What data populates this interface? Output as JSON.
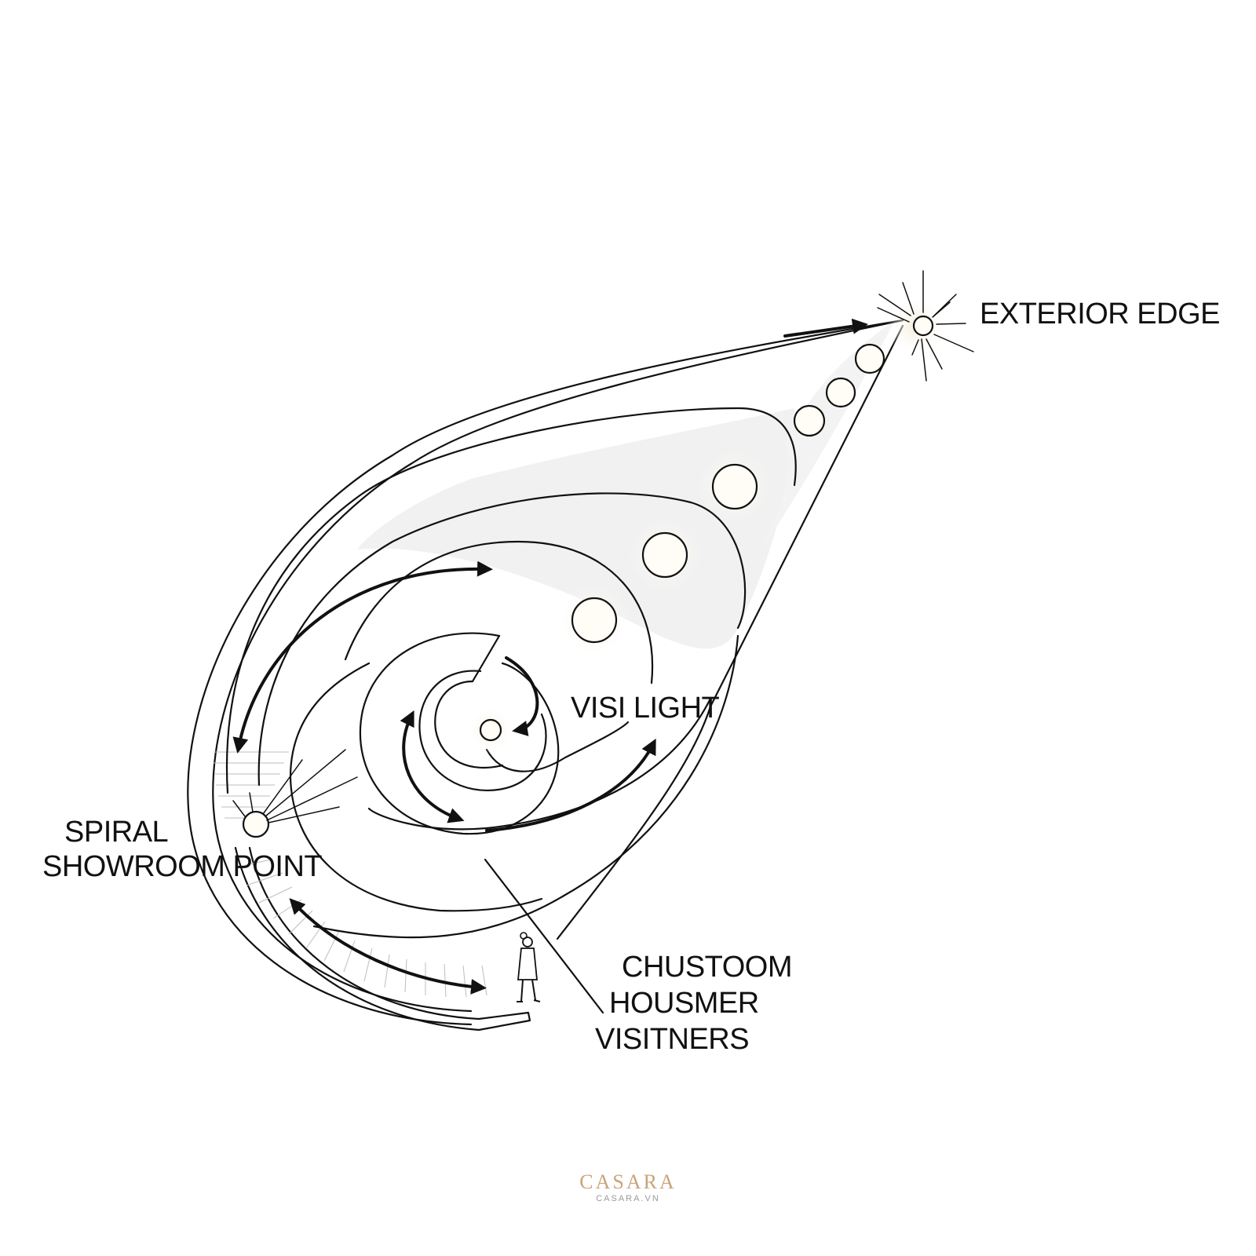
{
  "labels": {
    "exterior_edge": "EXTERIOR EDGE",
    "visi_light": "VISI LIGHT",
    "spiral_line1": "SPIRAL",
    "spiral_line2": "SHOWROOM POINT",
    "visitors_line1": "CHUSTOOM",
    "visitors_line2": "HOUSMER",
    "visitors_line3": "VISITNERS"
  },
  "logo": {
    "word": "CASARA",
    "sub": "CASARA.VN"
  },
  "colors": {
    "line": "#111111",
    "glow": "#eeeeee",
    "hatch": "#bdbdbd",
    "logo_gold": "#c9a47a"
  },
  "icons": [
    "light-burst-icon",
    "spot-light-icon",
    "visitor-figure-icon"
  ]
}
